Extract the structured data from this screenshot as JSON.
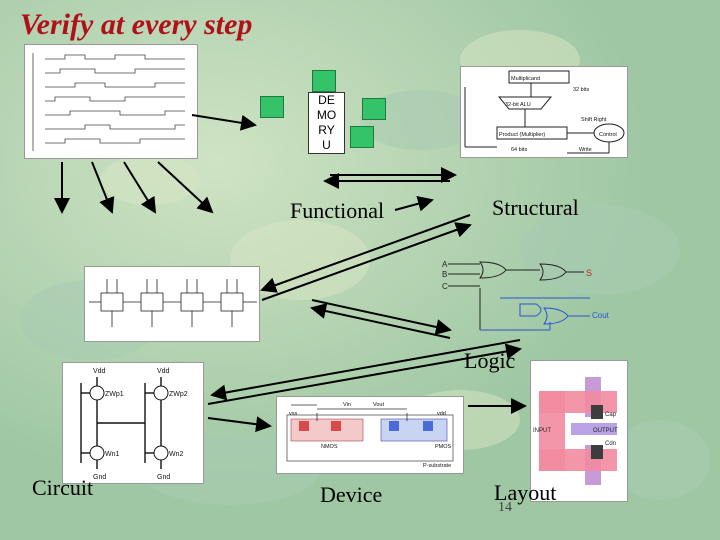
{
  "slide": {
    "title": "Verify at every step",
    "page_number": "14"
  },
  "labels": {
    "functional": "Functional",
    "structural": "Structural",
    "logic": "Logic",
    "circuit": "Circuit",
    "device": "Device",
    "layout": "Layout"
  },
  "memo_box": {
    "lines": [
      "DE",
      "MO",
      "RY",
      "U"
    ]
  },
  "structural_panel": {
    "multiplicand": "Multiplicand",
    "bits32": "32 bits",
    "alu": "32-bit ALU",
    "shift_right": "Shift Right",
    "product": "Product (Multiplier)",
    "bits64": "64 bits",
    "control": "Control",
    "write": "Write"
  },
  "logic_panel": {
    "in_a": "A",
    "in_b": "B",
    "in_c": "C",
    "out_s": "S",
    "out_cout": "Cout"
  },
  "circuit_panel": {
    "vdd1": "Vdd",
    "vdd2": "Vdd",
    "gnd1": "Gnd",
    "gnd2": "Gnd",
    "zwp1": "ZWp1",
    "zwp2": "ZWp2",
    "wn1": "Wn1",
    "wn2": "Wn2"
  },
  "device_panel": {
    "vin": "Vin",
    "vout": "Vout",
    "vss": "vss",
    "vdd": "vdd",
    "nmos": "NMOS",
    "pmos": "PMOS",
    "substrate": "P-substrate"
  },
  "layout_panel": {
    "input": "INPUT",
    "output": "OUTPUT",
    "cap": "Cap",
    "cdn": "Cdn"
  }
}
